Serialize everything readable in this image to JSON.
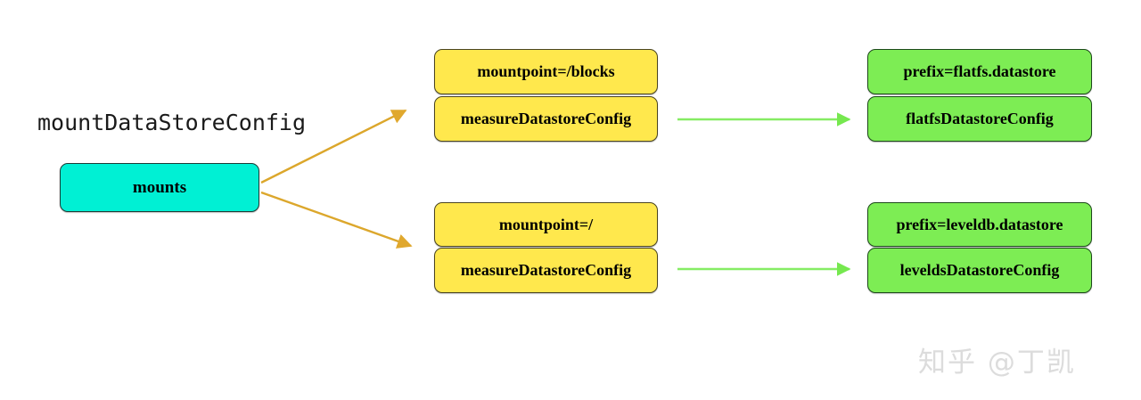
{
  "diagram": {
    "title": "mountDataStoreConfig",
    "root": {
      "label": "mounts",
      "color": "#00f0d4"
    },
    "branches": [
      {
        "mountpoint": "mountpoint=/blocks",
        "config": "measureDatastoreConfig",
        "prefix": "prefix=flatfs.datastore",
        "target_config": "flatfsDatastoreConfig"
      },
      {
        "mountpoint": "mountpoint=/",
        "config": "measureDatastoreConfig",
        "prefix": "prefix=leveldb.datastore",
        "target_config": "leveldsDatastoreConfig"
      }
    ],
    "colors": {
      "mounts_fill": "#00f0d4",
      "mountpoint_fill": "#ffe84d",
      "datastore_fill": "#7ded54",
      "branch_arrow": "#dca72c",
      "link_arrow": "#86ec64",
      "text": "#000000",
      "watermark": "#dcdcdc"
    }
  },
  "watermark": {
    "text": "知乎 @丁凯"
  }
}
